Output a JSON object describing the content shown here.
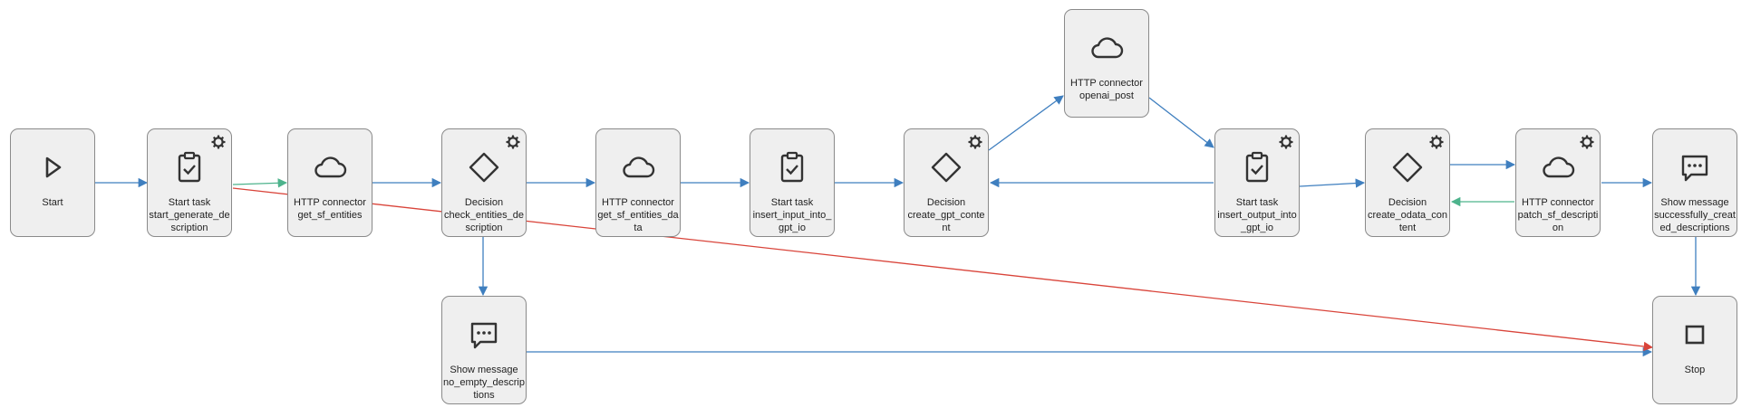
{
  "nodes": {
    "start": {
      "title": "Start",
      "name": ""
    },
    "start_task_generate": {
      "title": "Start task",
      "name": "start_generate_description"
    },
    "http_get_entities": {
      "title": "HTTP connector",
      "name": "get_sf_entities"
    },
    "decision_check": {
      "title": "Decision",
      "name": "check_entities_description"
    },
    "http_get_data": {
      "title": "HTTP connector",
      "name": "get_sf_entities_data"
    },
    "start_task_insert_input": {
      "title": "Start task",
      "name": "insert_input_into_gpt_io"
    },
    "decision_gpt": {
      "title": "Decision",
      "name": "create_gpt_content"
    },
    "http_openai": {
      "title": "HTTP connector",
      "name": "openai_post"
    },
    "start_task_insert_output": {
      "title": "Start task",
      "name": "insert_output_into_gpt_io"
    },
    "decision_odata": {
      "title": "Decision",
      "name": "create_odata_content"
    },
    "http_patch": {
      "title": "HTTP connector",
      "name": "patch_sf_description"
    },
    "msg_success": {
      "title": "Show message",
      "name": "successfully_created_descriptions"
    },
    "msg_empty": {
      "title": "Show message",
      "name": "no_empty_descriptions"
    },
    "stop": {
      "title": "Stop",
      "name": ""
    }
  },
  "colors": {
    "flow": "#3f7fbf",
    "alternate": "#4db38c",
    "error": "#d9443a",
    "node_fill": "#efefef",
    "node_border": "#8a8a8a",
    "icon": "#333333"
  },
  "edges": [
    {
      "from": "start",
      "to": "start_task_generate",
      "kind": "flow"
    },
    {
      "from": "start_task_generate",
      "to": "http_get_entities",
      "kind": "alternate"
    },
    {
      "from": "start_task_generate",
      "to": "stop",
      "kind": "error"
    },
    {
      "from": "http_get_entities",
      "to": "decision_check",
      "kind": "flow"
    },
    {
      "from": "decision_check",
      "to": "http_get_data",
      "kind": "flow"
    },
    {
      "from": "decision_check",
      "to": "msg_empty",
      "kind": "flow"
    },
    {
      "from": "http_get_data",
      "to": "start_task_insert_input",
      "kind": "flow"
    },
    {
      "from": "start_task_insert_input",
      "to": "decision_gpt",
      "kind": "flow"
    },
    {
      "from": "decision_gpt",
      "to": "http_openai",
      "kind": "flow"
    },
    {
      "from": "http_openai",
      "to": "start_task_insert_output",
      "kind": "flow"
    },
    {
      "from": "start_task_insert_output",
      "to": "decision_gpt",
      "kind": "flow"
    },
    {
      "from": "start_task_insert_output",
      "to": "decision_odata",
      "kind": "flow"
    },
    {
      "from": "decision_odata",
      "to": "http_patch",
      "kind": "flow"
    },
    {
      "from": "http_patch",
      "to": "decision_odata",
      "kind": "alternate"
    },
    {
      "from": "http_patch",
      "to": "msg_success",
      "kind": "flow"
    },
    {
      "from": "msg_success",
      "to": "stop",
      "kind": "flow"
    },
    {
      "from": "msg_empty",
      "to": "stop",
      "kind": "flow"
    }
  ]
}
